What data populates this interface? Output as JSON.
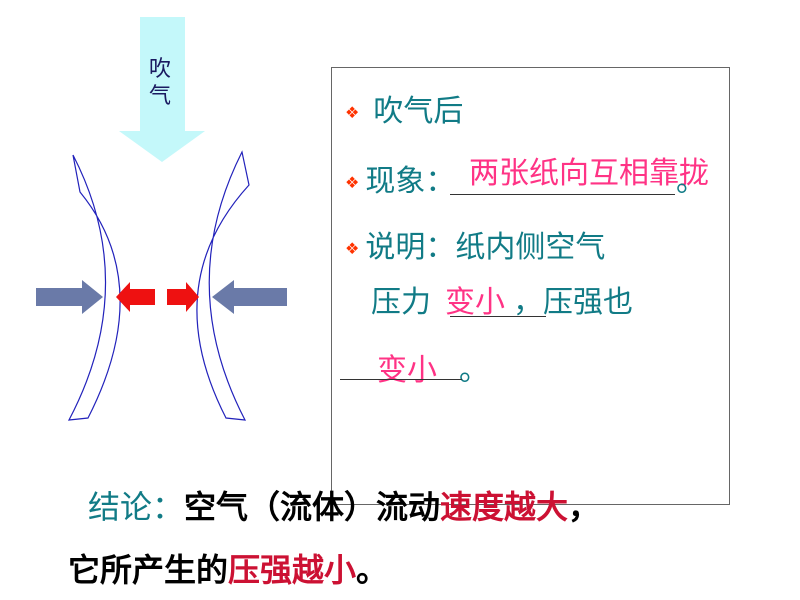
{
  "diagram": {
    "blow_label": [
      "吹",
      "气"
    ]
  },
  "panel": {
    "line1": "吹气后",
    "line2_prefix": "现象：",
    "line2_answer": "两张纸向互相靠拢",
    "line2_end": "。",
    "line3": "说明：纸内侧空气",
    "line4_prefix": "压力",
    "line4_answer": "变小",
    "line4_suffix": "，压强也",
    "line5_answer": "变小",
    "line5_end": "。"
  },
  "conclusion": {
    "label": "结论：",
    "text1": "空气（流体）流动",
    "text1_red": "速度越大",
    "text1_end": "，",
    "text2": "它所产生的",
    "text2_red": "压强越小",
    "text2_end": "。"
  },
  "colors": {
    "teal": "#117b86",
    "pink": "#ff3385",
    "red": "#cc1133",
    "bullet": "#ff3300",
    "arrow_blue": "#6a7aa8",
    "arrow_red": "#ee1111",
    "blow_arrow": "#c4f8fa"
  }
}
